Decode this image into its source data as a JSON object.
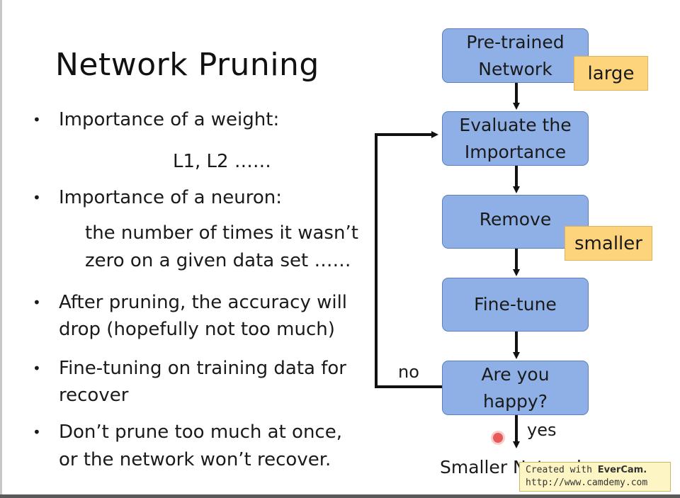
{
  "title": "Network Pruning",
  "bullets": [
    {
      "text": "Importance of a weight:"
    },
    {
      "text": "Importance of a neuron:"
    },
    {
      "line1": "After pruning, the accuracy will",
      "line2": "drop (hopefully not too much)"
    },
    {
      "line1": "Fine-tuning on training data for",
      "line2": "recover"
    },
    {
      "line1": "Don’t prune too much at once,",
      "line2": "or the network won’t recover."
    }
  ],
  "bullet_symbol": "•",
  "subtexts": {
    "weight_metric": "L1, L2 ……",
    "neuron_line1": "the number of times it wasn’t",
    "neuron_line2": "zero on a given data set ……"
  },
  "flowchart": {
    "pretrained_line1": "Pre-trained",
    "pretrained_line2": "Network",
    "evaluate_line1": "Evaluate the",
    "evaluate_line2": "Importance",
    "remove": "Remove",
    "finetune": "Fine-tune",
    "happy_line1": "Are you",
    "happy_line2": "happy?",
    "tag_large": "large",
    "tag_smaller": "smaller",
    "label_no": "no",
    "label_yes": "yes",
    "output_visible": "Smaller N",
    "output_obscured": "etwork",
    "box_color": "#8fb0e6",
    "tag_color": "#fdd47c"
  },
  "watermark": {
    "prefix": "Created with ",
    "brand": "EverCam.",
    "url": "http://www.camdemy.com"
  }
}
